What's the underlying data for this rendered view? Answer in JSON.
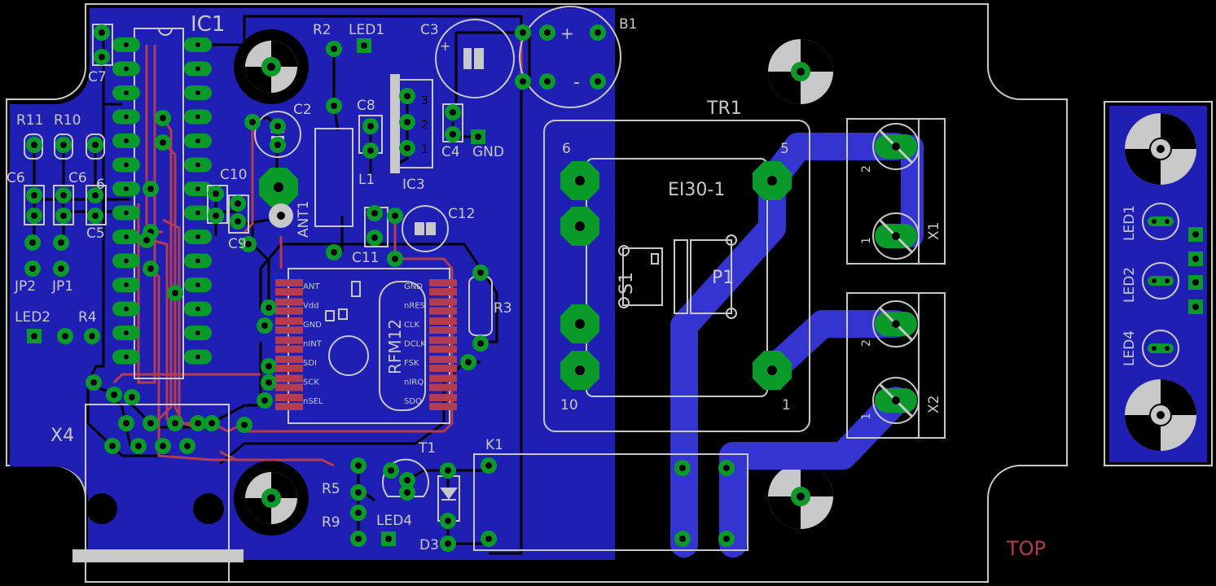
{
  "colors": {
    "background": "#000000",
    "copper_fill": "#1f1fb4",
    "copper_bottom": "#3434d0",
    "copper_top": "#b43c50",
    "pad": "#0a9a2a",
    "silk": "#c8c8c8",
    "mark": "#000000",
    "top_label": "#b43c50"
  },
  "labels": {
    "ic1": "IC1",
    "r2": "R2",
    "led1_main": "LED1",
    "c3": "C3",
    "b1": "B1",
    "plus": "+",
    "minus": "-",
    "c7": "C7",
    "c2": "C2",
    "c8": "C8",
    "c4": "C4",
    "gnd": "GND",
    "ic3": "IC3",
    "pin3": "3",
    "pin2": "2",
    "pin1": "1",
    "tr1": "TR1",
    "tr1_6": "6",
    "tr1_5": "5",
    "tr1_10": "10",
    "tr1_1": "1",
    "ei30": "EI30-1",
    "s1": "S1",
    "p1": "P1",
    "r11": "R11",
    "r10": "R10",
    "c6": "C6",
    "c6b": "C6",
    "c6c": "6",
    "c10": "C10",
    "c5": "C5",
    "c9": "C9",
    "l1": "L1",
    "ant1": "ANT1",
    "c12": "C12",
    "c11": "C11",
    "jp2": "JP2",
    "jp1": "JP1",
    "led2_main": "LED2",
    "r4": "R4",
    "r3": "R3",
    "rfm12": "RFM12",
    "rfm_left": [
      "ANT",
      "Vdd",
      "GND",
      "nINT",
      "SDI",
      "SCK",
      "nSEL"
    ],
    "rfm_right": [
      "GND",
      "nRES",
      "CLK",
      "DCLK",
      "FSK",
      "nIRQ",
      "SDO"
    ],
    "x4": "X4",
    "t1": "T1",
    "k1": "K1",
    "r5": "R5",
    "r9": "R9",
    "led4_main": "LED4",
    "d3": "D3",
    "x1": "X1",
    "x2": "X2",
    "x1_2": "2",
    "x1_1": "1",
    "x2_2": "2",
    "x2_1": "1",
    "top": "TOP",
    "side_led1": "LED1",
    "side_led2": "LED2",
    "side_led4": "LED4"
  }
}
